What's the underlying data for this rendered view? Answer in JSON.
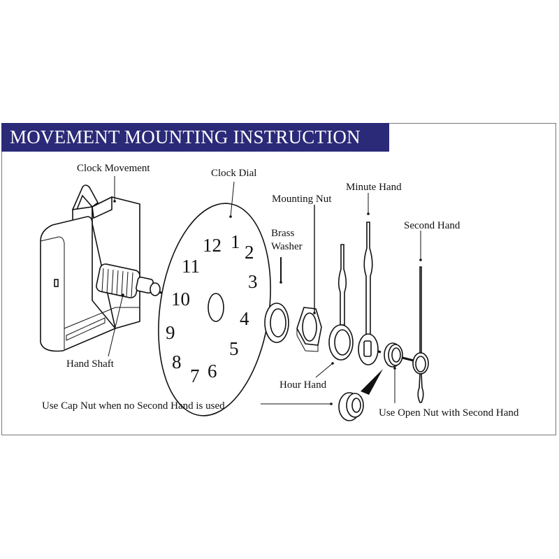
{
  "title": "MOVEMENT MOUNTING INSTRUCTION",
  "colors": {
    "banner": "#2b2a78",
    "banner_text": "#ffffff",
    "line": "#111111"
  },
  "labels": {
    "clock_movement": "Clock Movement",
    "clock_dial": "Clock Dial",
    "mounting_nut": "Mounting Nut",
    "minute_hand": "Minute Hand",
    "brass_washer_line1": "Brass",
    "brass_washer_line2": "Washer",
    "second_hand": "Second Hand",
    "hand_shaft": "Hand Shaft",
    "hour_hand": "Hour Hand",
    "cap_nut": "Use Cap Nut when no Second Hand is used",
    "open_nut": "Use Open Nut with Second Hand"
  },
  "dial_numbers": [
    "12",
    "1",
    "2",
    "3",
    "4",
    "5",
    "6",
    "7",
    "8",
    "9",
    "10",
    "11"
  ]
}
